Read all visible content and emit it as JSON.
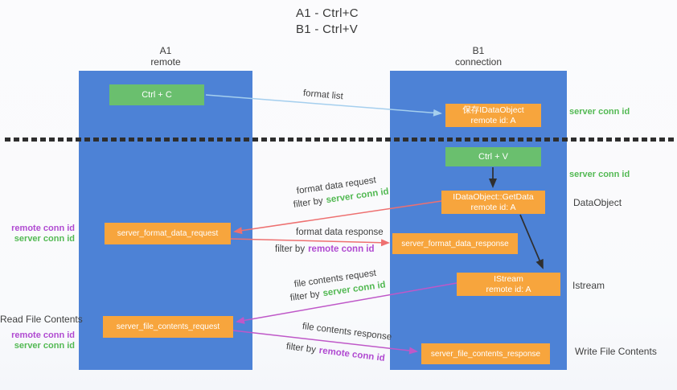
{
  "title": {
    "line1": "A1 - Ctrl+C",
    "line2": "B1 - Ctrl+V"
  },
  "lanes": {
    "a": {
      "title": "A1",
      "subtitle": "remote"
    },
    "b": {
      "title": "B1",
      "subtitle": "connection"
    }
  },
  "nodes": {
    "ctrl_c": {
      "label": "Ctrl + C"
    },
    "save_dataobject": {
      "line1": "保存IDataObject",
      "line2": "remote id: A"
    },
    "ctrl_v": {
      "label": "Ctrl + V"
    },
    "getdata": {
      "line1": "IDataObject::GetData",
      "line2": "remote id: A"
    },
    "format_request": {
      "label": "server_format_data_request"
    },
    "format_response": {
      "label": "server_format_data_response"
    },
    "istream": {
      "line1": "IStream",
      "line2": "remote id: A"
    },
    "file_request": {
      "label": "server_file_contents_request"
    },
    "file_response": {
      "label": "server_file_contents_response"
    }
  },
  "flow_labels": {
    "format_list": "format list",
    "format_data_request": "format data request",
    "format_data_response": "format data response",
    "file_contents_request": "file contents request",
    "file_contents_response": "file contents response",
    "filter_by": "filter by",
    "server_conn_id": "server conn id",
    "remote_conn_id": "remote conn id"
  },
  "side_labels": {
    "right_server_conn_id_1": "server conn id",
    "right_server_conn_id_2": "server conn id",
    "dataobject": "DataObject",
    "istream": "Istream",
    "write_file_contents": "Write File Contents",
    "left_remote_conn_id_1": "remote conn id",
    "left_server_conn_id_1": "server conn id",
    "read_file_contents": "Read File Contents",
    "left_remote_conn_id_2": "remote conn id",
    "left_server_conn_id_2": "server conn id"
  },
  "colors": {
    "lane_blue": "#4d82d6",
    "box_green": "#6abf6e",
    "box_orange": "#f7a53d",
    "arrow_light_blue": "#a5cfee",
    "arrow_red": "#ee7070",
    "arrow_purple": "#bf58c8",
    "arrow_black": "#2f2f2f",
    "label_green": "#53b953",
    "label_purple": "#b04ad1",
    "text_dark": "#3f3f3f"
  }
}
